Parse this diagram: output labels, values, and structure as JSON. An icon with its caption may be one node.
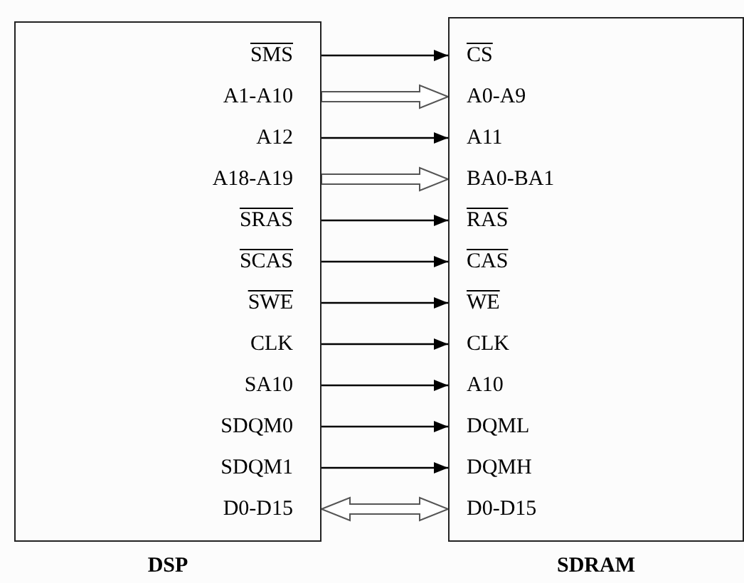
{
  "diagram": {
    "nodes": [
      {
        "text": [
          "DSP"
        ]
      },
      {
        "text": [
          "SMS"
        ],
        "in": 0
      },
      {
        "text": [
          "A1-A10"
        ],
        "in": 0
      },
      {
        "text": [
          "A12"
        ],
        "in": 0
      },
      {
        "text": [
          "A18-A19"
        ],
        "in": 0
      },
      {
        "text": [
          "SRAS"
        ],
        "in": 0
      },
      {
        "text": [
          "SCAS"
        ],
        "in": 0
      },
      {
        "text": [
          "SWE"
        ],
        "in": 0
      },
      {
        "text": [
          "CLK"
        ],
        "in": 0
      },
      {
        "text": [
          "SA10"
        ],
        "in": 0
      },
      {
        "text": [
          "SDQM0"
        ],
        "in": 0
      },
      {
        "text": [
          "SDQM1"
        ],
        "in": 0
      },
      {
        "text": [
          "D0-D15"
        ],
        "in": 0
      },
      {
        "text": [
          "SDRAM"
        ]
      },
      {
        "text": [
          "CS"
        ],
        "in": 13
      },
      {
        "text": [
          "A0-A9"
        ],
        "in": 13
      },
      {
        "text": [
          "A11"
        ],
        "in": 13
      },
      {
        "text": [
          "BA0-BA1"
        ],
        "in": 13
      },
      {
        "text": [
          "RAS"
        ],
        "in": 13
      },
      {
        "text": [
          "CAS"
        ],
        "in": 13
      },
      {
        "text": [
          "WE"
        ],
        "in": 13
      },
      {
        "text": [
          "CLK"
        ],
        "in": 13
      },
      {
        "text": [
          "A10"
        ],
        "in": 13
      },
      {
        "text": [
          "DQML"
        ],
        "in": 13
      },
      {
        "text": [
          "DQMH"
        ],
        "in": 13
      },
      {
        "text": [
          "D0-D15"
        ],
        "in": 13
      }
    ],
    "edges": [
      {
        "from": 1,
        "to": 14,
        "arrow": "to"
      },
      {
        "from": 2,
        "to": 15,
        "arrow": "to",
        "style": "thick"
      },
      {
        "from": 3,
        "to": 16,
        "arrow": "to"
      },
      {
        "from": 4,
        "to": 17,
        "arrow": "to",
        "style": "thick"
      },
      {
        "from": 5,
        "to": 18,
        "arrow": "to"
      },
      {
        "from": 6,
        "to": 19,
        "arrow": "to"
      },
      {
        "from": 7,
        "to": 20,
        "arrow": "to"
      },
      {
        "from": 8,
        "to": 21,
        "arrow": "to"
      },
      {
        "from": 9,
        "to": 22,
        "arrow": "to"
      },
      {
        "from": 10,
        "to": 23,
        "arrow": "to"
      },
      {
        "from": 11,
        "to": 24,
        "arrow": "to"
      },
      {
        "from": 12,
        "to": 25,
        "arrow": "both",
        "style": "thick"
      }
    ]
  }
}
